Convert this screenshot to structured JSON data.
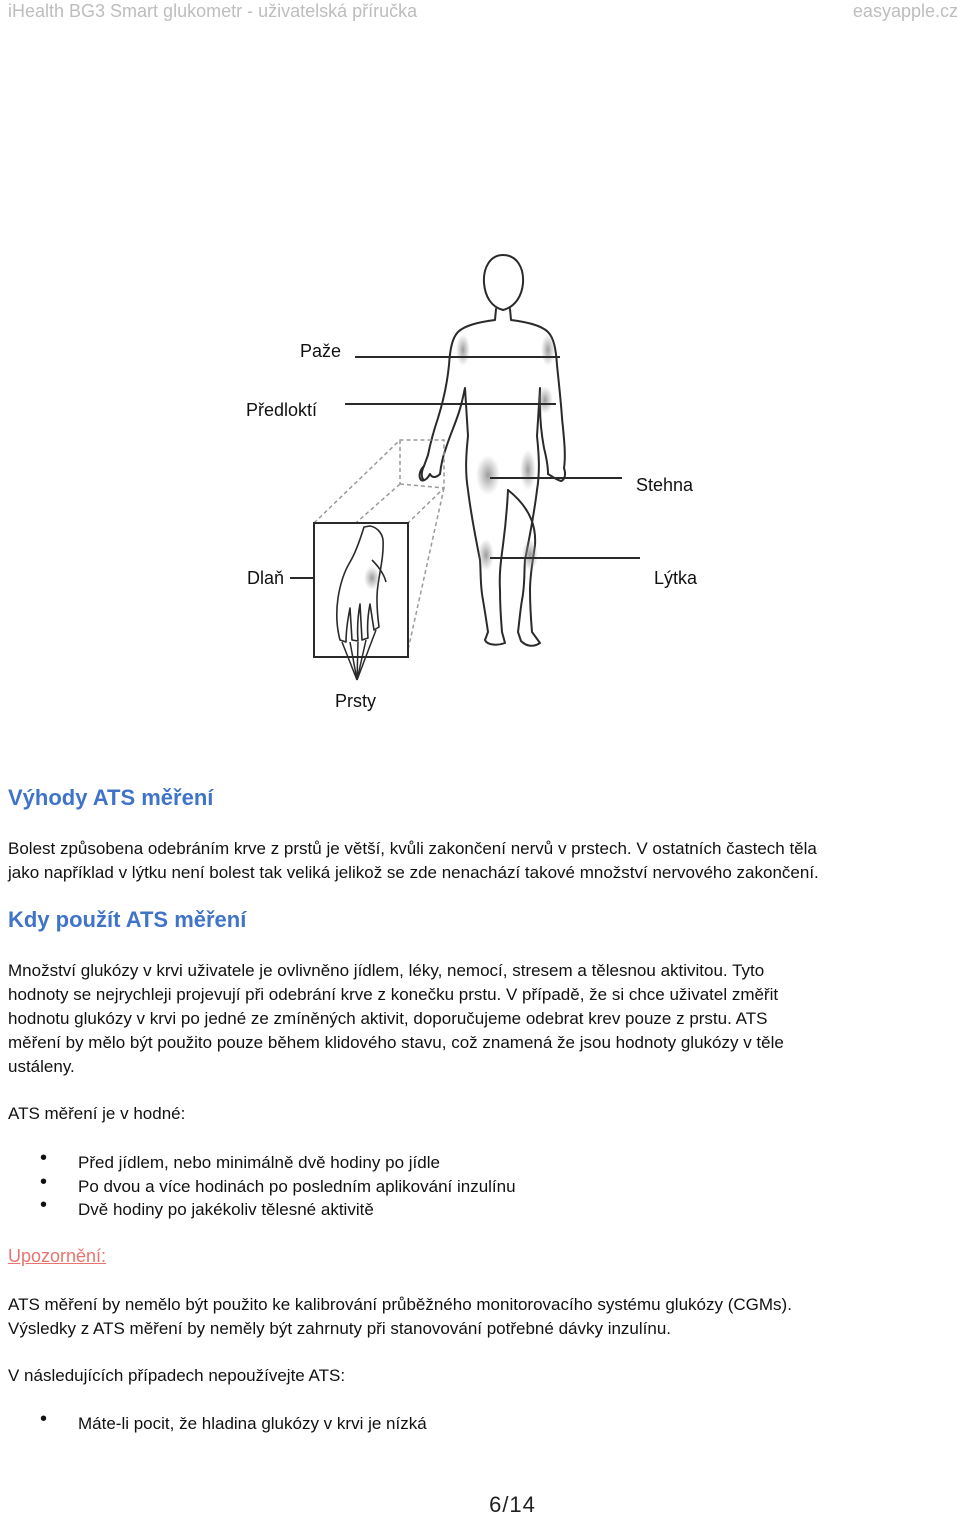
{
  "header": {
    "title": "iHealth BG3 Smart glukometr - uživatelská příručka",
    "site": "easyapple.cz"
  },
  "figure": {
    "labels": {
      "paze": "Paže",
      "predlokti": "Předloktí",
      "stehna": "Stehna",
      "dlan": "Dlaň",
      "lytka": "Lýtka",
      "prsty": "Prsty"
    }
  },
  "section1": {
    "heading": "Výhody ATS měření",
    "lines": [
      "Bolest způsobena odebráním krve z prstů je větší, kvůli zakončení nervů v prstech. V ostatních častech těla",
      "jako například v lýtku není bolest tak veliká jelikož se zde nenachází takové množství nervového zakončení."
    ]
  },
  "section2": {
    "heading": "Kdy použít ATS měření",
    "lines": [
      "Množství glukózy v krvi uživatele je ovlivněno jídlem, léky, nemocí, stresem a tělesnou aktivitou. Tyto",
      "hodnoty se nejrychleji projevují při odebrání krve z konečku prstu. V případě, že si chce uživatel změřit",
      "hodnotu glukózy v krvi po jedné ze zmíněných aktivit,  doporučujeme odebrat krev pouze z prstu. ATS",
      "měření by mělo být použito pouze během klidového stavu, což znamená že jsou hodnoty glukózy v těle",
      "ustáleny."
    ],
    "intro": "ATS měření je v hodné:",
    "bullets": [
      "Před jídlem, nebo minimálně dvě hodiny po jídle",
      "Po dvou a více hodinách po posledním aplikování inzulínu",
      "Dvě hodiny po jakékoliv tělesné aktivitě"
    ]
  },
  "warning": {
    "label": "Upozornění:",
    "lines": [
      "ATS měření by nemělo být použito ke kalibrování průběžného monitorovacího systému glukózy (CGMs).",
      "Výsledky z ATS měření by neměly být zahrnuty při stanovování potřebné dávky inzulínu."
    ],
    "intro": "V následujících případech nepoužívejte ATS:",
    "bullets": [
      "Máte-li pocit, že hladina glukózy v krvi je nízká"
    ]
  },
  "footer": {
    "page": "6/14"
  }
}
